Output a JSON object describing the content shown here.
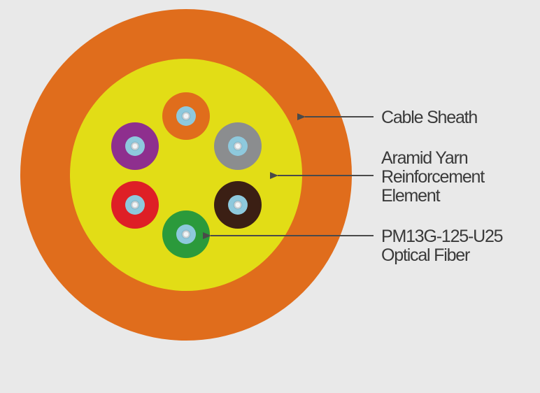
{
  "diagram": {
    "background_color": "#e9e9e9",
    "sheath_color": "#e06d1c",
    "yarn_color": "#e2dd16",
    "core_color": "#8ec9dd",
    "center_color": "#c9cfd2",
    "arrow_color": "#4a4a4a",
    "fiber_colors": [
      "#e06d1c",
      "#8b8d8f",
      "#3b1f14",
      "#2b9a3b",
      "#de1f26",
      "#8e2f8e"
    ],
    "labels": {
      "sheath": [
        "Cable Sheath"
      ],
      "yarn": [
        "Aramid Yarn",
        "Reinforcement",
        "Element"
      ],
      "fiber": [
        "PM13G-125-U25",
        "Optical Fiber"
      ]
    }
  }
}
